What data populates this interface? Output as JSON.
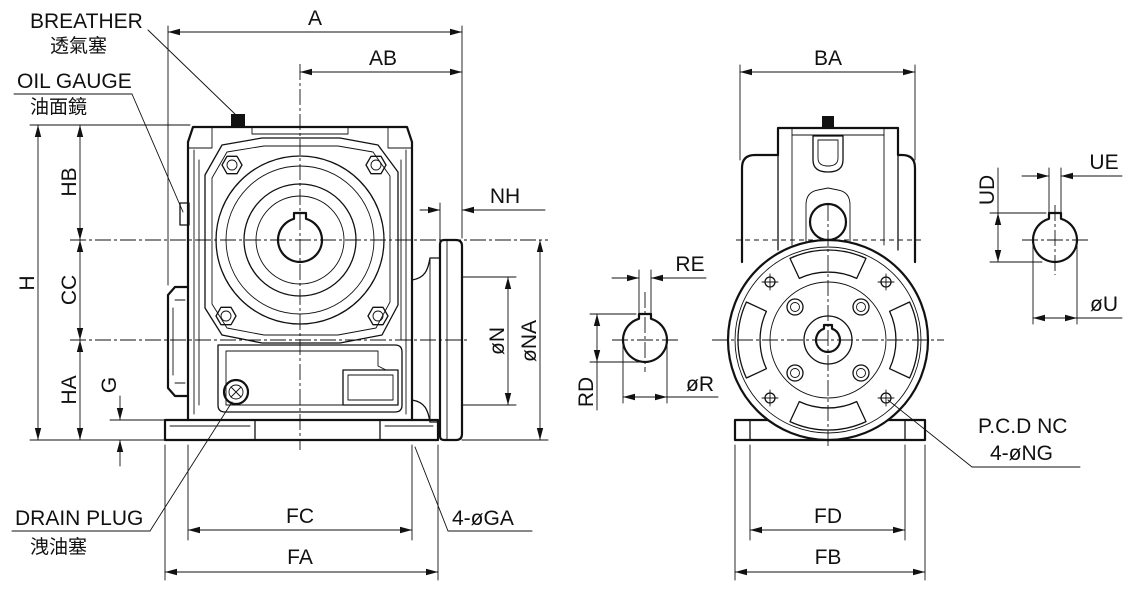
{
  "colors": {
    "line": "#111111",
    "background": "#ffffff"
  },
  "front_view": {
    "breather": "BREATHER",
    "breather_zh": "透氣塞",
    "oil_gauge": "OIL GAUGE",
    "oil_gauge_zh": "油面鏡",
    "drain_plug": "DRAIN PLUG",
    "drain_plug_zh": "洩油塞",
    "dim_A": "A",
    "dim_AB": "AB",
    "dim_H": "H",
    "dim_HB": "HB",
    "dim_CC": "CC",
    "dim_HA": "HA",
    "dim_G": "G",
    "dim_NH": "NH",
    "dim_N": "øN",
    "dim_NA": "øNA",
    "dim_FC": "FC",
    "dim_FA": "FA",
    "base_holes": "4-øGA"
  },
  "input_shaft_view": {
    "dim_RE": "RE",
    "dim_RD": "RD",
    "dim_R": "øR"
  },
  "side_view": {
    "dim_BA": "BA",
    "dim_FD": "FD",
    "dim_FB": "FB",
    "pcd": "P.C.D NC",
    "flange_holes": "4-øNG"
  },
  "output_shaft_view": {
    "dim_UD": "UD",
    "dim_UE": "UE",
    "dim_U": "øU"
  }
}
